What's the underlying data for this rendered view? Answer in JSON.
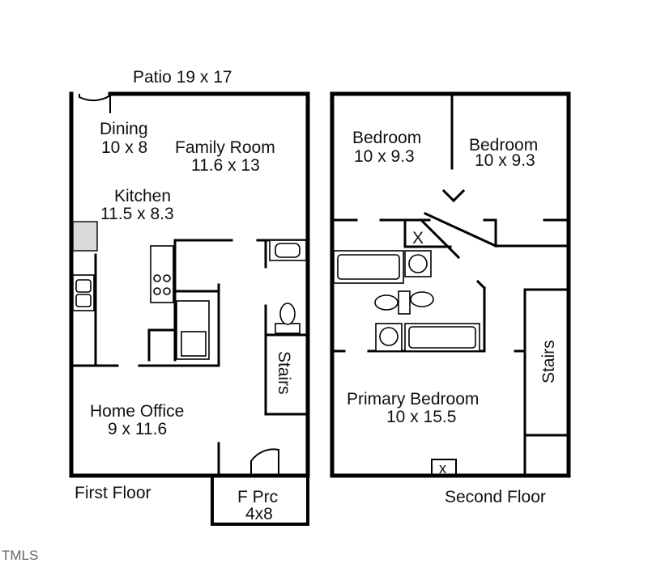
{
  "first_floor": {
    "title": "First Floor",
    "patio": "Patio 19 x 17",
    "rooms": {
      "dining_name": "Dining",
      "dining_size": "10 x 8",
      "family_name": "Family Room",
      "family_size": "11.6 x 13",
      "kitchen_name": "Kitchen",
      "kitchen_size": "11.5 x 8.3",
      "office_name": "Home Office",
      "office_size": "9 x 11.6",
      "porch_name": "F Prc",
      "porch_size": "4x8",
      "stairs": "Stairs"
    }
  },
  "second_floor": {
    "title": "Second Floor",
    "rooms": {
      "bedroom1_name": "Bedroom",
      "bedroom1_size": "10 x 9.3",
      "bedroom2_name": "Bedroom",
      "bedroom2_size": "10 x 9.3",
      "primary_name": "Primary Bedroom",
      "primary_size": "10 x 15.5",
      "stairs": "Stairs",
      "closet_mark": "X",
      "vent_mark": "x"
    }
  },
  "watermark": "TMLS"
}
